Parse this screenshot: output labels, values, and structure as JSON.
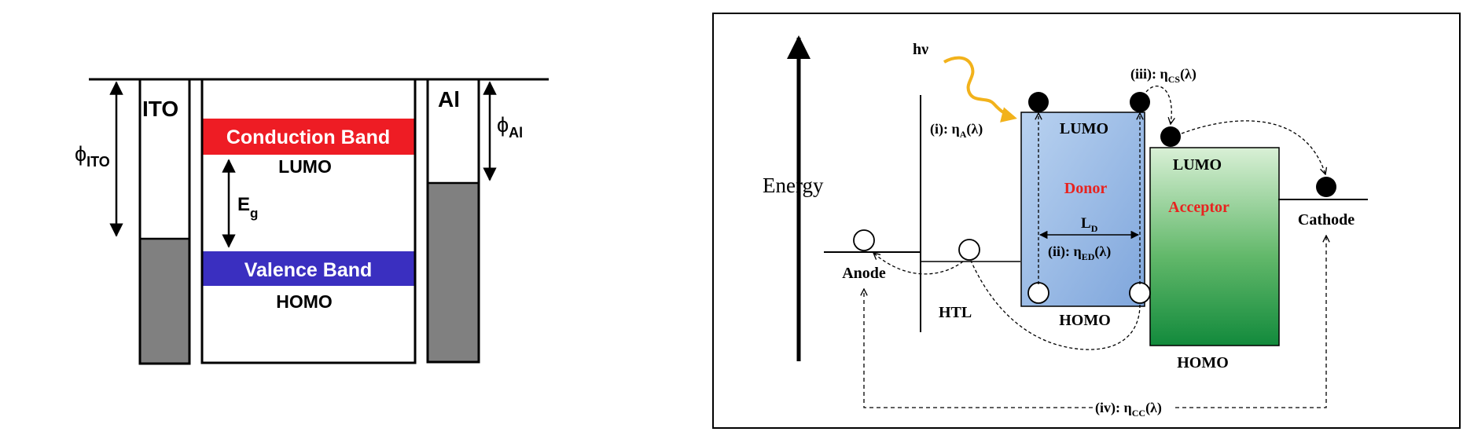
{
  "left_diagram": {
    "ito_label": "ITO",
    "al_label": "Al",
    "phi_ito": {
      "base": "ϕ",
      "sub": "ITO"
    },
    "phi_al": {
      "base": "ϕ",
      "sub": "Al"
    },
    "conduction_band": "Conduction Band",
    "lumo": "LUMO",
    "eg": {
      "base": "E",
      "sub": "g"
    },
    "valence_band": "Valence Band",
    "homo": "HOMO",
    "colors": {
      "conduction": "#ee1c24",
      "valence": "#3a2fc0",
      "electrode_fill": "#808080"
    }
  },
  "right_diagram": {
    "energy_label": "Energy",
    "hv_label": "hν",
    "step_i": {
      "pre": "(i): η",
      "sub": "A",
      "post": "(λ)"
    },
    "step_ii": {
      "pre": "(ii): η",
      "sub": "ED",
      "post": "(λ)"
    },
    "step_iii": {
      "pre": "(iii): η",
      "sub": "CS",
      "post": "(λ)"
    },
    "step_iv": {
      "pre": "(iv): η",
      "sub": "CC",
      "post": "(λ)"
    },
    "ld": {
      "base": "L",
      "sub": "D"
    },
    "donor_lumo": "LUMO",
    "donor_label": "Donor",
    "donor_homo": "HOMO",
    "acceptor_lumo": "LUMO",
    "acceptor_label": "Acceptor",
    "acceptor_homo": "HOMO",
    "anode": "Anode",
    "htl": "HTL",
    "cathode": "Cathode",
    "colors": {
      "donor_label": "#e8231f",
      "acceptor_label": "#e8231f",
      "photon": "#f2b21b"
    }
  }
}
